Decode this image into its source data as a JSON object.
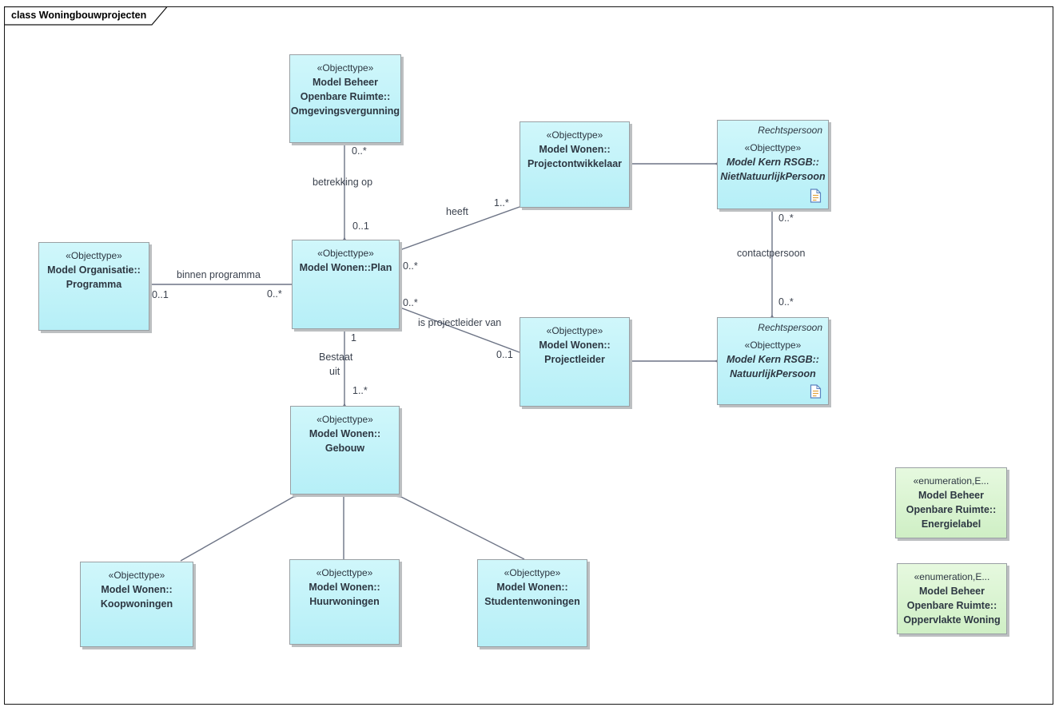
{
  "diagram": {
    "frame_title": "class Woningbouwprojecten"
  },
  "colors": {
    "class_fill": "#c4f3f9",
    "enum_fill": "#daf4cf",
    "box_border": "#9aa0a4",
    "box_shadow": "#bcbfc1",
    "connector_line": "#6d7486",
    "triangle_fill": "#fdf4ec",
    "text": "#2d3742",
    "frame_border": "#161616"
  },
  "classes": {
    "omgevingsvergunning": {
      "stereotype": "«Objecttype»",
      "name1": "Model Beheer",
      "name2": "Openbare Ruimte::",
      "name3": "Omgevingsvergunning"
    },
    "projectontwikkelaar": {
      "stereotype": "«Objecttype»",
      "name1": "Model Wonen::",
      "name2": "Projectontwikkelaar"
    },
    "nietnatuurlijkpersoon": {
      "parent": "Rechtspersoon",
      "stereotype": "«Objecttype»",
      "name1": "Model Kern RSGB::",
      "name2": "NietNatuurlijkPersoon",
      "icon": "document-icon"
    },
    "programma": {
      "stereotype": "«Objecttype»",
      "name1": "Model Organisatie::",
      "name2": "Programma"
    },
    "plan": {
      "stereotype": "«Objecttype»",
      "name1": "Model Wonen::Plan"
    },
    "projectleider": {
      "stereotype": "«Objecttype»",
      "name1": "Model Wonen::",
      "name2": "Projectleider"
    },
    "natuurlijkpersoon": {
      "parent": "Rechtspersoon",
      "stereotype": "«Objecttype»",
      "name1": "Model Kern RSGB::",
      "name2": "NatuurlijkPersoon",
      "icon": "document-icon"
    },
    "gebouw": {
      "stereotype": "«Objecttype»",
      "name1": "Model Wonen::",
      "name2": "Gebouw"
    },
    "koopwoningen": {
      "stereotype": "«Objecttype»",
      "name1": "Model Wonen::",
      "name2": "Koopwoningen"
    },
    "huurwoningen": {
      "stereotype": "«Objecttype»",
      "name1": "Model Wonen::",
      "name2": "Huurwoningen"
    },
    "studentenwoningen": {
      "stereotype": "«Objecttype»",
      "name1": "Model Wonen::",
      "name2": "Studentenwoningen"
    },
    "energielabel": {
      "stereotype": "«enumeration,E...",
      "name1": "Model Beheer",
      "name2": "Openbare Ruimte::",
      "name3": "Energielabel"
    },
    "oppervlakte_woning": {
      "stereotype": "«enumeration,E...",
      "name1": "Model Beheer",
      "name2": "Openbare Ruimte::",
      "name3": "Oppervlakte Woning"
    }
  },
  "connectors": {
    "betrekking_op": {
      "label": "betrekking op",
      "source_mult": "0..*",
      "target_mult": "0..1"
    },
    "heeft": {
      "label": "heeft",
      "source_mult": "1..*",
      "target_mult": "0..*"
    },
    "contactpersoon": {
      "label": "contactpersoon",
      "source_mult": "0..*",
      "target_mult": "0..*"
    },
    "binnen_programma": {
      "label": "binnen programma",
      "source_mult": "0..1",
      "target_mult": "0..*"
    },
    "bestaat_uit": {
      "label_line1": "Bestaat",
      "label_line2": "uit",
      "source_mult": "1",
      "target_mult": "1..*"
    },
    "is_projectleider_van": {
      "label": "is projectleider van",
      "source_mult": "0..*",
      "target_mult": "0..1"
    }
  }
}
